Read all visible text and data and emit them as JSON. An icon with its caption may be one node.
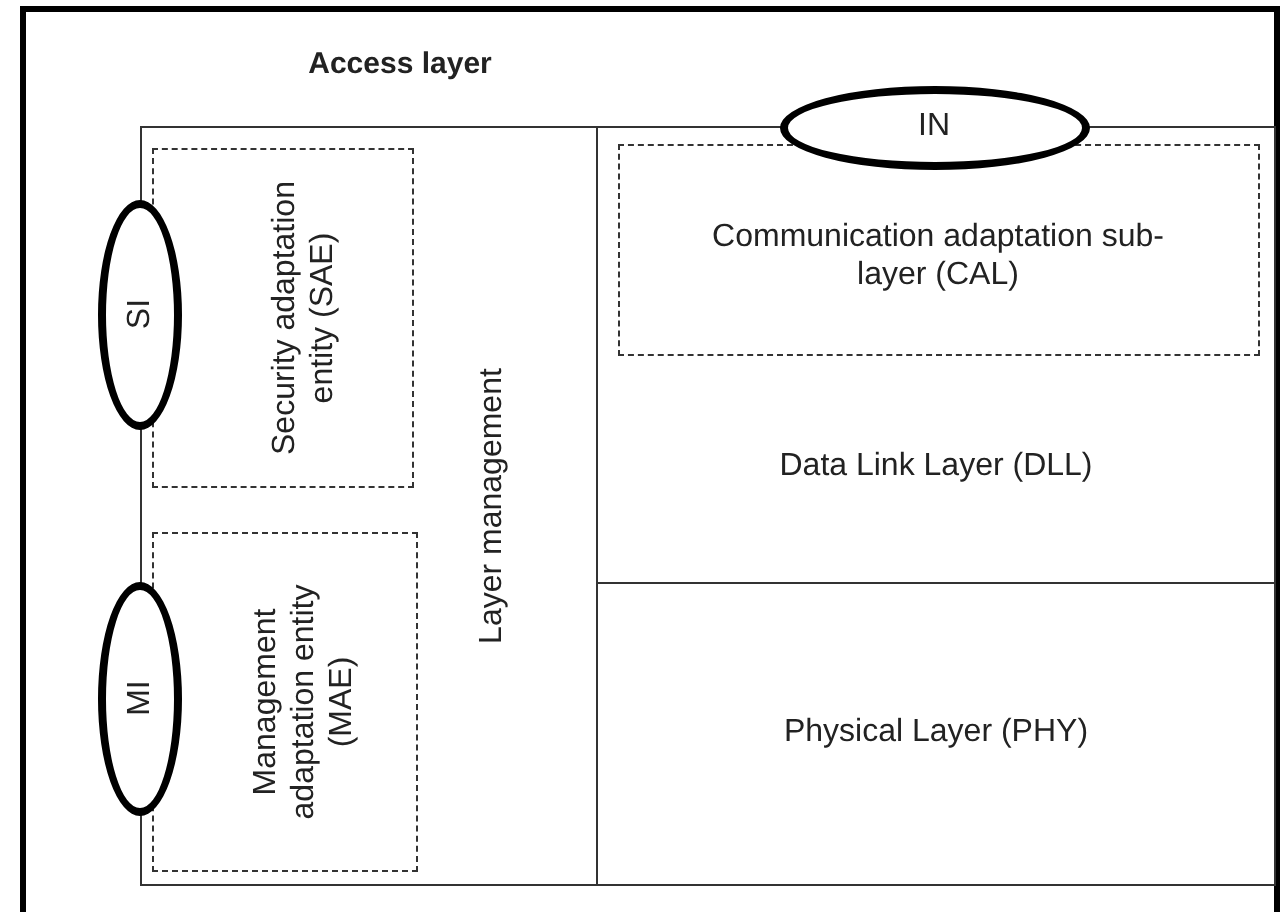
{
  "diagram": {
    "nodes": [
      {
        "text": [
          "Access layer"
        ]
      },
      {
        "text": [
          "Layer management"
        ],
        "in": 0
      },
      {
        "text": [
          "SI"
        ],
        "in": 0
      },
      {
        "text": [
          "Security adaptation entity (SAE)"
        ],
        "in": 1
      },
      {
        "text": [
          "MI"
        ],
        "in": 0
      },
      {
        "text": [
          "Management adaptation entity (MAE)"
        ],
        "in": 1
      },
      {
        "text": [
          "IN"
        ],
        "in": 0
      },
      {
        "text": [
          "Data Link Layer (DLL)"
        ],
        "in": 0
      },
      {
        "text": [
          "Communication adaptation sub-layer (CAL)"
        ],
        "in": 7
      },
      {
        "text": [
          "Physical Layer (PHY)"
        ],
        "in": 0
      }
    ]
  }
}
